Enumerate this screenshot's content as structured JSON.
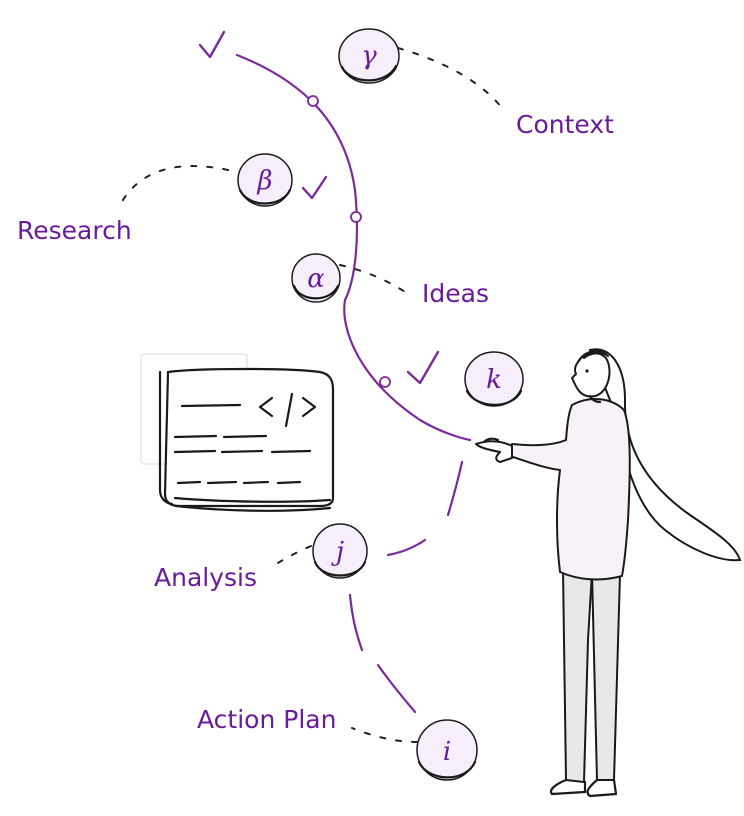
{
  "colors": {
    "accent": "#6a1b9a",
    "node_fill": "#f6eefb",
    "figure_top": "#f8f2f8",
    "figure_pants": "#e8e8e8"
  },
  "nodes": {
    "gamma": {
      "glyph": "γ",
      "label": "Context"
    },
    "beta": {
      "glyph": "β",
      "label": "Research"
    },
    "alpha": {
      "glyph": "α",
      "label": "Ideas"
    },
    "kappa": {
      "glyph": "k"
    },
    "jay": {
      "glyph": "j",
      "label": "Analysis"
    },
    "iota": {
      "glyph": "i",
      "label": "Action Plan"
    }
  },
  "icons": [
    "check-icon",
    "code-window-icon",
    "person-illustration"
  ]
}
